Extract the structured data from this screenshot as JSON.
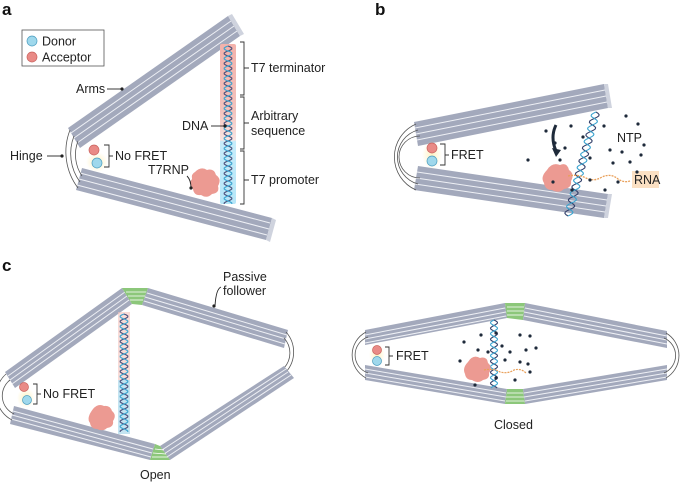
{
  "figure": {
    "panels": {
      "a": {
        "letter": "a",
        "legend": {
          "items": [
            {
              "label": "Donor",
              "color": "#9fd8ec"
            },
            {
              "label": "Acceptor",
              "color": "#e98a86"
            }
          ]
        },
        "labels": {
          "arms": "Arms",
          "hinge": "Hinge",
          "no_fret": "No FRET",
          "dna": "DNA",
          "t7rnp": "T7RNP",
          "t7_terminator": "T7 terminator",
          "arbitrary_line1": "Arbitrary",
          "arbitrary_line2": "sequence",
          "t7_promoter": "T7 promoter"
        }
      },
      "b": {
        "letter": "b",
        "labels": {
          "fret": "FRET",
          "ntp": "NTP",
          "rna": "RNA"
        }
      },
      "c": {
        "letter": "c",
        "labels": {
          "passive_line1": "Passive",
          "passive_line2": "follower",
          "no_fret": "No FRET",
          "open": "Open",
          "fret": "FRET",
          "closed": "Closed"
        }
      }
    },
    "colors": {
      "arm_fill": "#a7adbf",
      "arm_dark": "#8990a5",
      "arm_line": "#eef0f5",
      "donor": "#9fd8ec",
      "acceptor": "#e98a86",
      "terminator_glow": "#f3b8b2",
      "promoter_glow": "#bfe9f8",
      "protein": "#ec9a92",
      "rna": "#e9a05a",
      "rna_label_bg": "#fbe0c3",
      "hinge_green": "#8cc77a",
      "dna_blue": "#3aa3cf",
      "dna_dark": "#33406a"
    }
  }
}
